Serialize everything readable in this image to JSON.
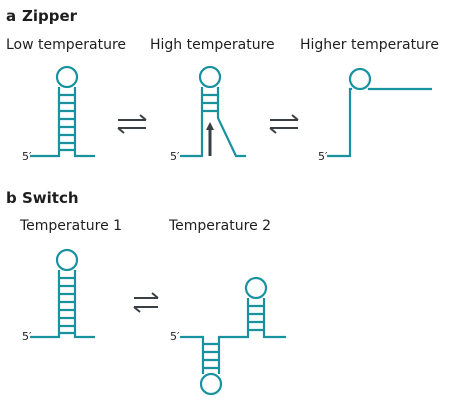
{
  "panel_a": {
    "letter": "a",
    "title": "Zipper",
    "conditions": [
      "Low temperature",
      "High temperature",
      "Higher temperature"
    ]
  },
  "panel_b": {
    "letter": "b",
    "title": "Switch",
    "conditions": [
      "Temperature 1",
      "Temperature 2"
    ]
  },
  "five_prime": "5′",
  "colors": {
    "strand": "#17929e",
    "arrow": "#3a3f44",
    "text": "#1e1e1e"
  }
}
